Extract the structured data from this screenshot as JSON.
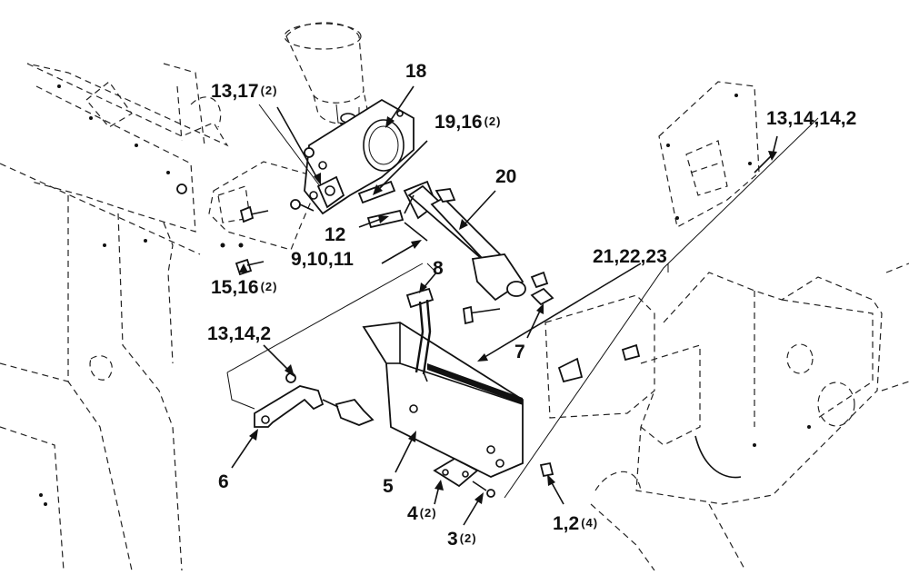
{
  "callouts": [
    {
      "id": "c18",
      "text": "18",
      "qty": ""
    },
    {
      "id": "c13-17",
      "text": "13,17",
      "qty": "(2)"
    },
    {
      "id": "c19-16",
      "text": "19,16",
      "qty": "(2)"
    },
    {
      "id": "c13-14-14-2",
      "text": "13,14,14,2",
      "qty": ""
    },
    {
      "id": "c20",
      "text": "20",
      "qty": ""
    },
    {
      "id": "c12",
      "text": "12",
      "qty": ""
    },
    {
      "id": "c21-22-23",
      "text": "21,22,23",
      "qty": ""
    },
    {
      "id": "c9-10-11",
      "text": "9,10,11",
      "qty": ""
    },
    {
      "id": "c8",
      "text": "8",
      "qty": ""
    },
    {
      "id": "c15-16",
      "text": "15,16",
      "qty": "(2)"
    },
    {
      "id": "c13-14-2",
      "text": "13,14,2",
      "qty": ""
    },
    {
      "id": "c7",
      "text": "7",
      "qty": ""
    },
    {
      "id": "c6",
      "text": "6",
      "qty": ""
    },
    {
      "id": "c5",
      "text": "5",
      "qty": ""
    },
    {
      "id": "c4",
      "text": "4",
      "qty": "(2)"
    },
    {
      "id": "c1-2",
      "text": "1,2",
      "qty": "(4)"
    },
    {
      "id": "c3",
      "text": "3",
      "qty": "(2)"
    }
  ]
}
